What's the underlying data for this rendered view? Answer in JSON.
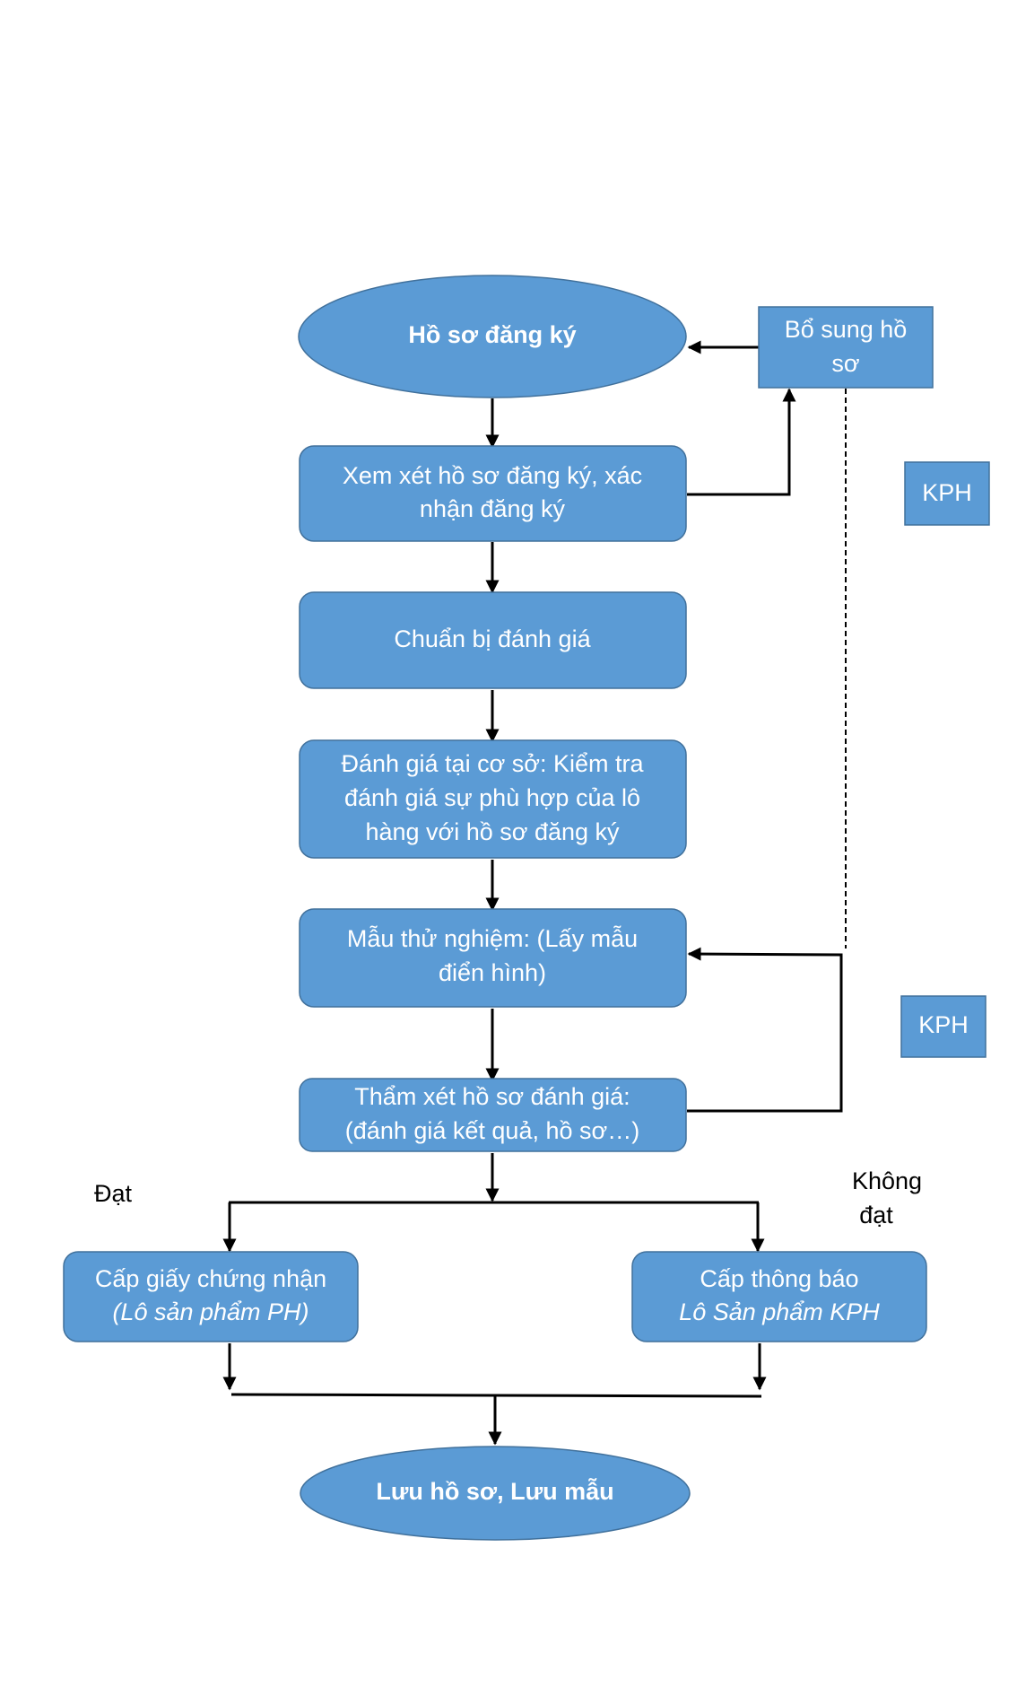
{
  "nodes": {
    "start": {
      "text": "Hồ sơ đăng ký"
    },
    "review": {
      "line1": "Xem xét hồ sơ đăng ký, xác",
      "line2": "nhận đăng ký"
    },
    "prepare": {
      "text": "Chuẩn bị đánh giá"
    },
    "onsite": {
      "line1": "Đánh giá tại cơ sở: Kiểm tra",
      "line2": "đánh giá sự phù hợp của lô",
      "line3": "hàng với hồ sơ đăng ký"
    },
    "sample": {
      "line1": "Mẫu thử nghiệm: (Lấy mẫu",
      "line2": "điển hình)"
    },
    "appraise": {
      "line1": "Thẩm xét hồ sơ đánh giá:",
      "line2": "(đánh giá kết quả, hồ sơ…)"
    },
    "certificate": {
      "line1": "Cấp giấy chứng nhận",
      "line2": "(Lô sản phẩm PH)"
    },
    "notice": {
      "line1": "Cấp thông báo",
      "line2": "Lô Sản phẩm KPH"
    },
    "end": {
      "text": "Lưu hồ sơ, Lưu mẫu"
    },
    "supplement": {
      "line1": "Bổ sung hồ",
      "line2": "sơ"
    },
    "kph_top": {
      "text": "KPH"
    },
    "kph_bottom": {
      "text": "KPH"
    }
  },
  "labels": {
    "pass": "Đạt",
    "fail_line1": "Không",
    "fail_line2": "đạt"
  },
  "colors": {
    "node_fill": "#5b9bd5",
    "node_stroke": "#41719c",
    "text_on_node": "#ffffff",
    "connector": "#000000"
  }
}
